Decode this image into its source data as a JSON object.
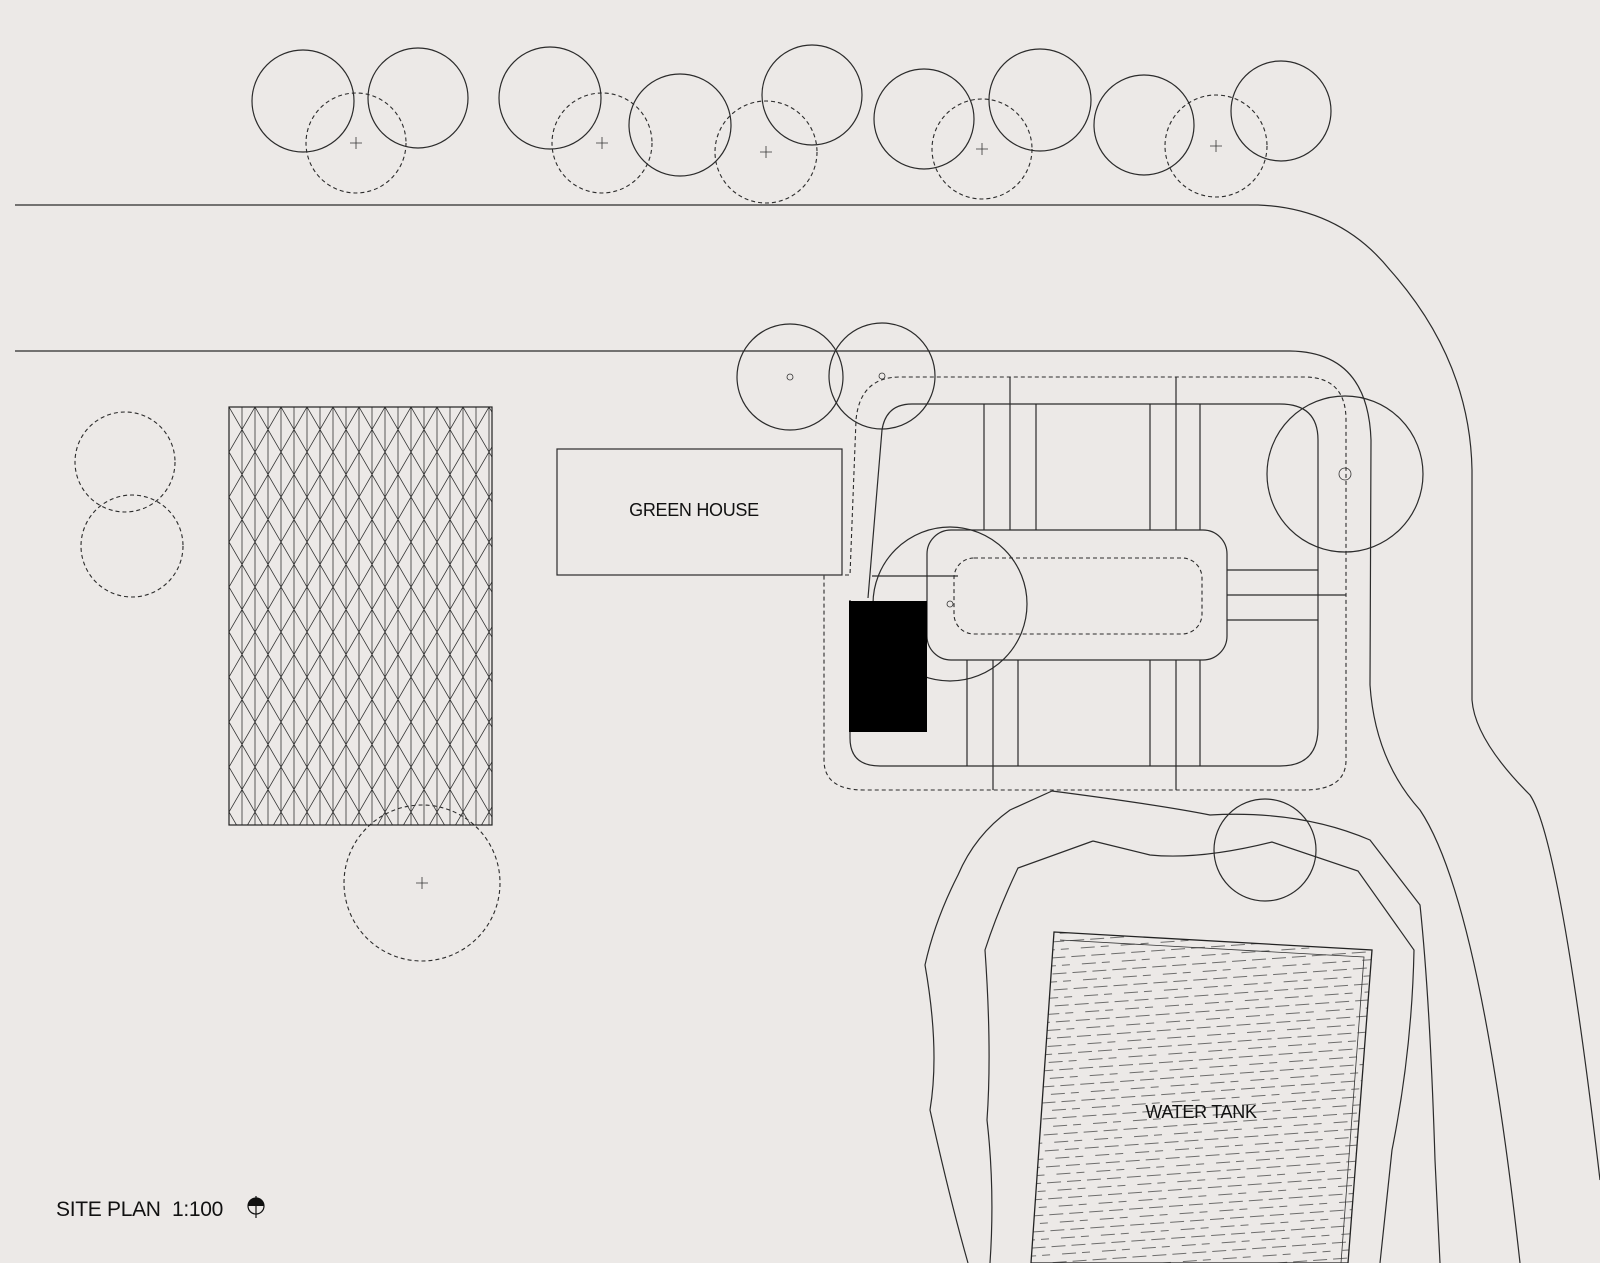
{
  "labels": {
    "green_house": "GREEN HOUSE",
    "water_tank": "WATER TANK",
    "title": "SITE PLAN",
    "scale": "1:100"
  },
  "colors": {
    "background": "#ece9e7",
    "line": "#2b2b2b",
    "solid_block": "#000000"
  },
  "icons": {
    "north_arrow": "north-arrow-icon"
  }
}
